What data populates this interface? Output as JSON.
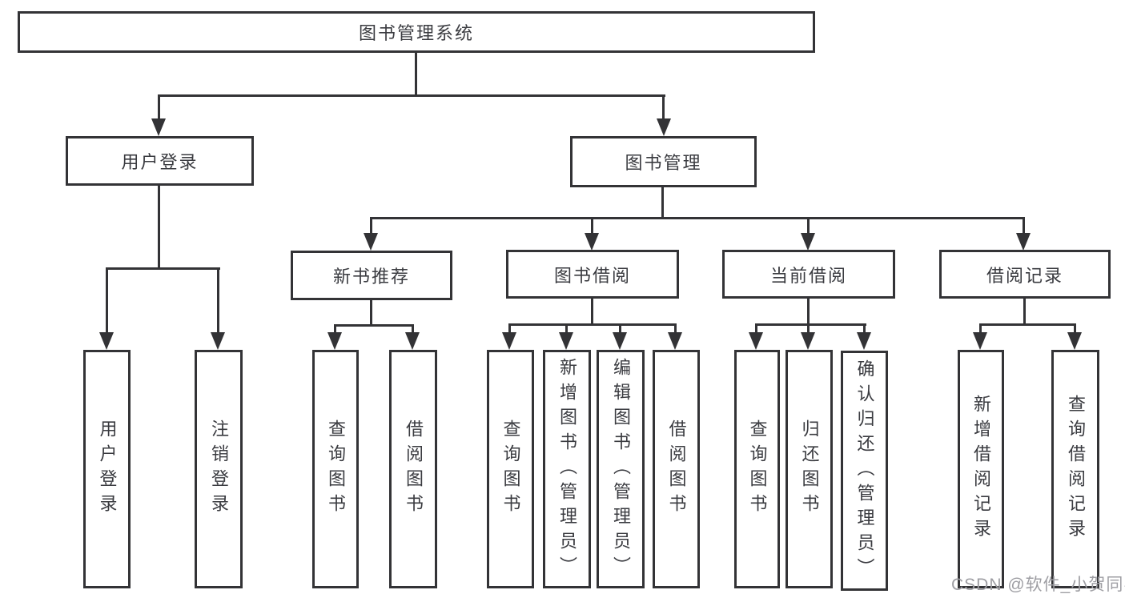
{
  "diagram": {
    "root": {
      "label": "图书管理系统"
    },
    "level2": [
      {
        "label": "用户登录"
      },
      {
        "label": "图书管理"
      }
    ],
    "level3": [
      {
        "label": "新书推荐"
      },
      {
        "label": "图书借阅"
      },
      {
        "label": "当前借阅"
      },
      {
        "label": "借阅记录"
      }
    ],
    "leaves": {
      "user_login": [
        {
          "label": "用户登录"
        },
        {
          "label": "注销登录"
        }
      ],
      "new_book": [
        {
          "label": "查询图书"
        },
        {
          "label": "借阅图书"
        }
      ],
      "book_borrow": [
        {
          "label": "查询图书"
        },
        {
          "label": "新增图书（管理员）"
        },
        {
          "label": "编辑图书（管理员）"
        },
        {
          "label": "借阅图书"
        }
      ],
      "current_borrow": [
        {
          "label": "查询图书"
        },
        {
          "label": "归还图书"
        },
        {
          "label": "确认归还（管理员）"
        }
      ],
      "borrow_record": [
        {
          "label": "新增借阅记录"
        },
        {
          "label": "查询借阅记录"
        }
      ]
    },
    "colors": {
      "line": "#333336",
      "text": "#3a3b40",
      "background": "#ffffff",
      "watermark": "#9e9ea3"
    },
    "watermark": "CSDN @软件_小贺同学"
  }
}
